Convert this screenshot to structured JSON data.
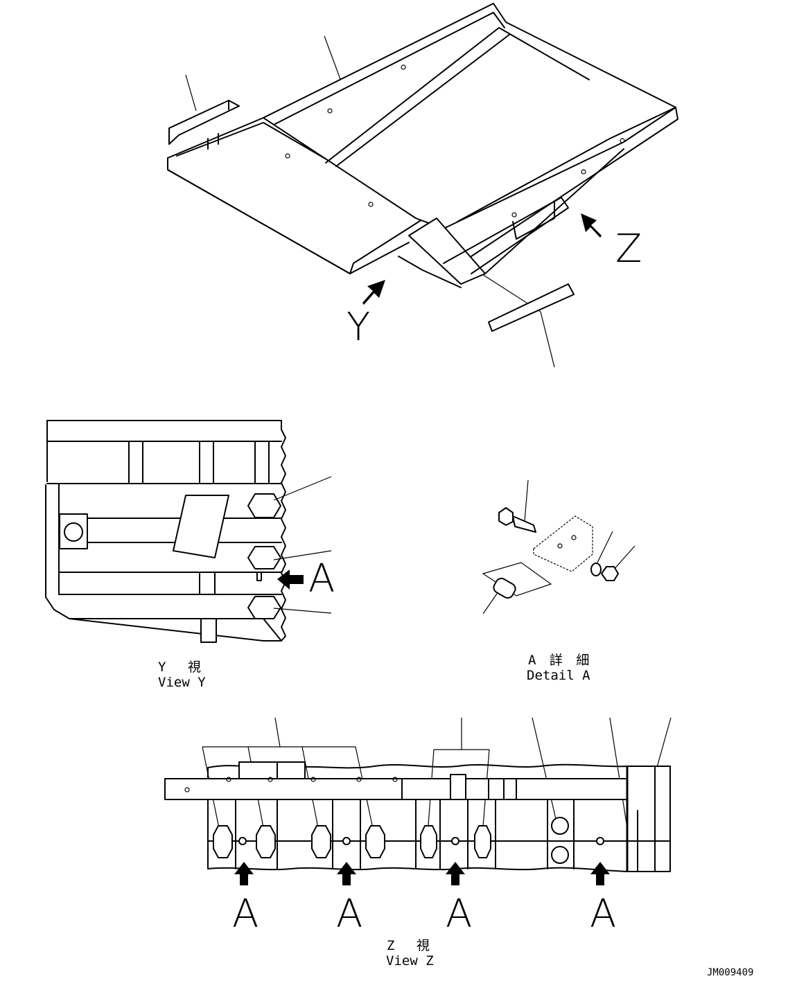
{
  "views": {
    "y_arrow_label": "Y",
    "z_arrow_label": "Z",
    "a_arrow_label": "A",
    "view_y_jp": "Y 視",
    "view_y_en": "View Y",
    "detail_a_jp": "A 詳 細",
    "detail_a_en": "Detail A",
    "view_z_jp": "Z 視",
    "view_z_en": "View Z"
  },
  "z_view_arrow_labels": [
    "A",
    "A",
    "A",
    "A"
  ],
  "drawing_number": "JM009409"
}
